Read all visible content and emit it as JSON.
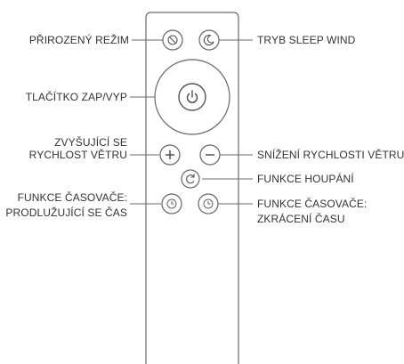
{
  "labels": {
    "natural_mode": "PŘIROZENÝ REŽIM",
    "sleep_wind": "TRYB SLEEP WIND",
    "power_button": "TLAČÍTKO ZAP/VYP",
    "speed_up_line1": "ZVYŠUJÍCÍ SE",
    "speed_up_line2": "RYCHLOST VĚTRU",
    "speed_down": "SNÍŽENÍ RYCHLOSTI VĚTRU",
    "oscillation": "FUNKCE HOUPÁNÍ",
    "timer_extend_line1": "FUNKCE ČASOVAČE:",
    "timer_extend_line2": "PRODLUŽUJÍCÍ SE ČAS",
    "timer_shorten_line1": "FUNKCE ČASOVAČE:",
    "timer_shorten_line2": "ZKRÁCENÍ ČASU"
  },
  "icons": {
    "natural_mode": "natural-mode-icon",
    "sleep_wind": "moon-sleep-icon",
    "power": "power-icon",
    "plus": "plus-icon",
    "minus": "minus-icon",
    "oscillation": "rotate-icon",
    "timer_extend": "timer-plus-icon",
    "timer_shorten": "timer-minus-icon"
  },
  "colors": {
    "stroke": "#555555",
    "text": "#333333"
  }
}
